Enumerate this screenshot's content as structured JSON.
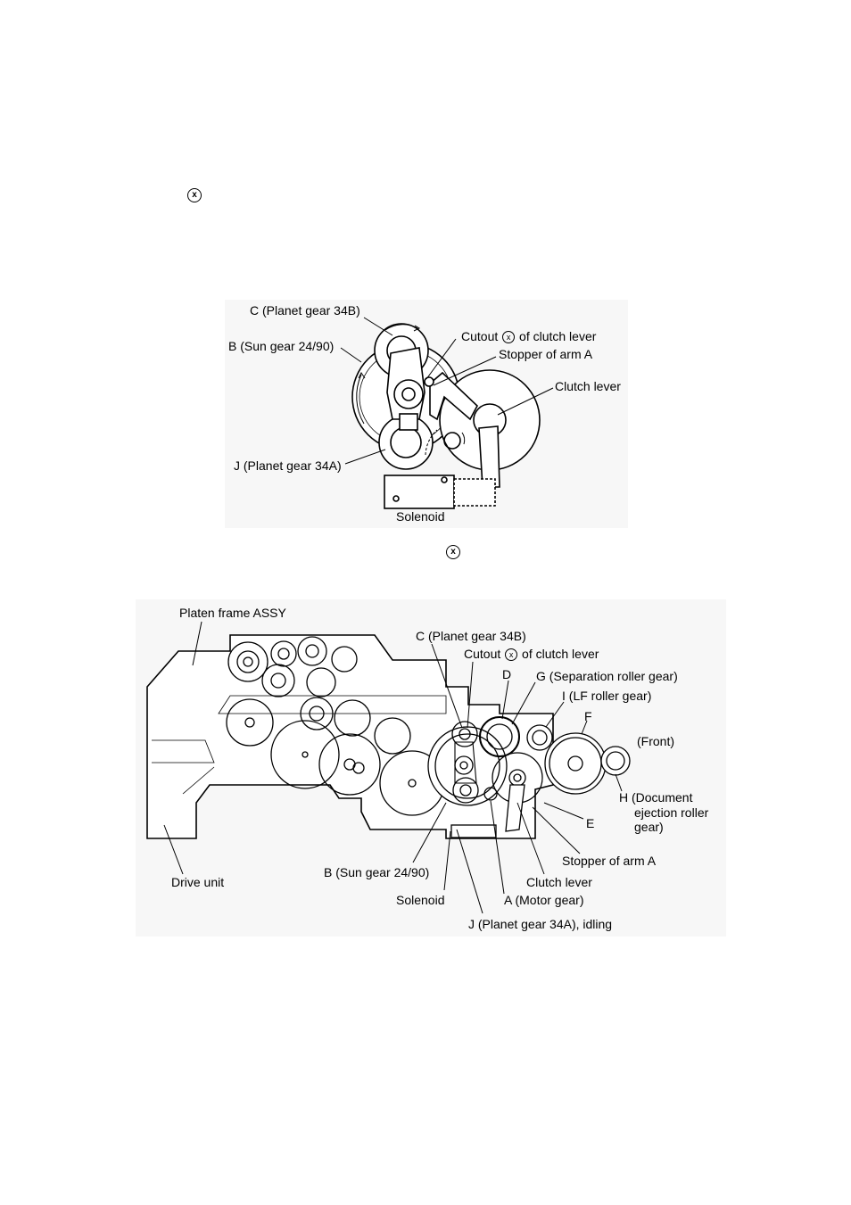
{
  "margin_marks": {
    "top_symbol": "x",
    "mid_symbol": "x"
  },
  "figure1": {
    "labels": {
      "c": "C (Planet gear 34B)",
      "b": "B (Sun gear 24/90)",
      "cutout_pre": "Cutout",
      "cutout_sym": "x",
      "cutout_post": "of clutch lever",
      "stopper": "Stopper of arm A",
      "clutch": "Clutch lever",
      "j": "J (Planet gear 34A)",
      "solenoid": "Solenoid"
    }
  },
  "figure2": {
    "labels": {
      "platen": "Platen frame ASSY",
      "c": "C (Planet gear 34B)",
      "cutout_pre": "Cutout",
      "cutout_sym": "x",
      "cutout_post": "of clutch lever",
      "d": "D",
      "g": "G (Separation roller gear)",
      "i": "I (LF roller gear)",
      "f": "F",
      "front": "(Front)",
      "h1": "H (Document",
      "h2": "ejection roller",
      "h3": "gear)",
      "e": "E",
      "stopper": "Stopper of arm A",
      "clutch": "Clutch lever",
      "a": "A (Motor gear)",
      "j": "J (Planet gear 34A), idling",
      "b": "B (Sun gear 24/90)",
      "solenoid": "Solenoid",
      "drive": "Drive unit"
    }
  }
}
